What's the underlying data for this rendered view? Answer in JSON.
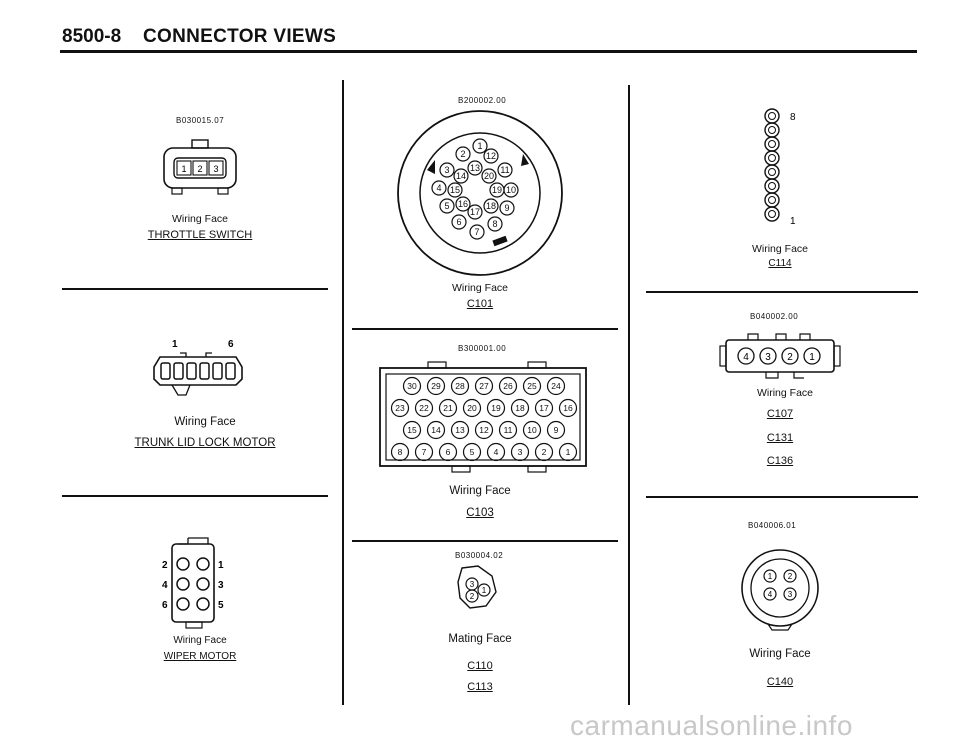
{
  "header": {
    "page_number": "8500-8",
    "title": "CONNECTOR VIEWS"
  },
  "panels": {
    "throttle_switch": {
      "code": "B030015.07",
      "face_label": "Wiring Face",
      "name": "THROTTLE SWITCH",
      "pins": [
        "1",
        "2",
        "3"
      ]
    },
    "trunk_lid_lock_motor": {
      "face_label": "Wiring Face",
      "name": "TRUNK LID LOCK MOTOR",
      "pin_first": "1",
      "pin_last": "6"
    },
    "wiper_motor": {
      "face_label": "Wiring Face",
      "name": "WIPER MOTOR",
      "pins": [
        "2",
        "1",
        "4",
        "3",
        "6",
        "5"
      ]
    },
    "c101": {
      "code": "B200002.00",
      "face_label": "Wiring Face",
      "name": "C101",
      "pins": [
        "1",
        "2",
        "3",
        "4",
        "5",
        "6",
        "7",
        "8",
        "9",
        "10",
        "11",
        "12",
        "13",
        "14",
        "15",
        "16",
        "17",
        "18",
        "19",
        "20"
      ]
    },
    "c103": {
      "code": "B300001.00",
      "face_label": "Wiring Face",
      "name": "C103",
      "rows": [
        [
          "30",
          "29",
          "28",
          "27",
          "26",
          "25",
          "24"
        ],
        [
          "23",
          "22",
          "21",
          "20",
          "19",
          "18",
          "17",
          "16"
        ],
        [
          "15",
          "14",
          "13",
          "12",
          "11",
          "10",
          "9"
        ],
        [
          "8",
          "7",
          "6",
          "5",
          "4",
          "3",
          "2",
          "1"
        ]
      ]
    },
    "c110_c113": {
      "code": "B030004.02",
      "face_label": "Mating Face",
      "names": [
        "C110",
        "C113"
      ],
      "pins": [
        "3",
        "1",
        "2"
      ]
    },
    "c114": {
      "face_label": "Wiring Face",
      "name": "C114",
      "pin_top": "8",
      "pin_bottom": "1"
    },
    "c107_group": {
      "code": "B040002.00",
      "face_label": "Wiring Face",
      "names": [
        "C107",
        "C131",
        "C136"
      ],
      "pins": [
        "4",
        "3",
        "2",
        "1"
      ]
    },
    "c140": {
      "code": "B040006.01",
      "face_label": "Wiring Face",
      "name": "C140",
      "pins": [
        "1",
        "2",
        "4",
        "3"
      ]
    }
  },
  "watermark": "carmanualsonline.info"
}
